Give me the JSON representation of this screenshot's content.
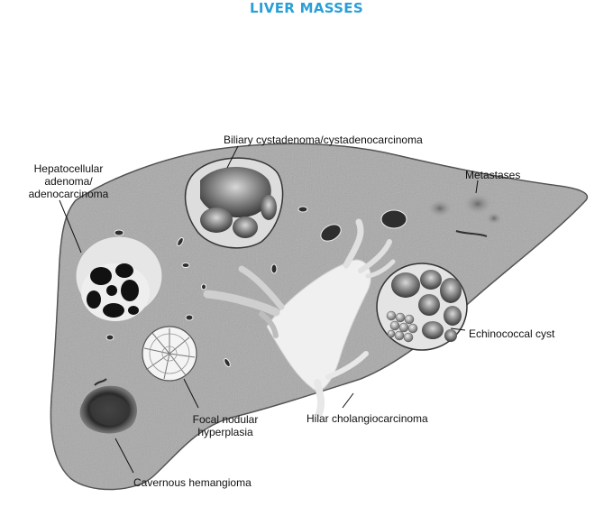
{
  "title": "LIVER MASSES",
  "colors": {
    "title": "#2a9fd6",
    "liver_fill": "#a8a8a8",
    "liver_stroke": "#4a4a4a",
    "label_text": "#111111"
  },
  "labels": {
    "hepatocellular": [
      "Hepatocellular",
      "adenoma/",
      "adenocarcinoma"
    ],
    "biliary": "Biliary cystadenoma/cystadenocarcinoma",
    "metastases": "Metastases",
    "echinococcal": "Echinococcal cyst",
    "focal_nodular": [
      "Focal nodular",
      "hyperplasia"
    ],
    "hilar": "Hilar cholangiocarcinoma",
    "cavernous": "Cavernous hemangioma"
  }
}
